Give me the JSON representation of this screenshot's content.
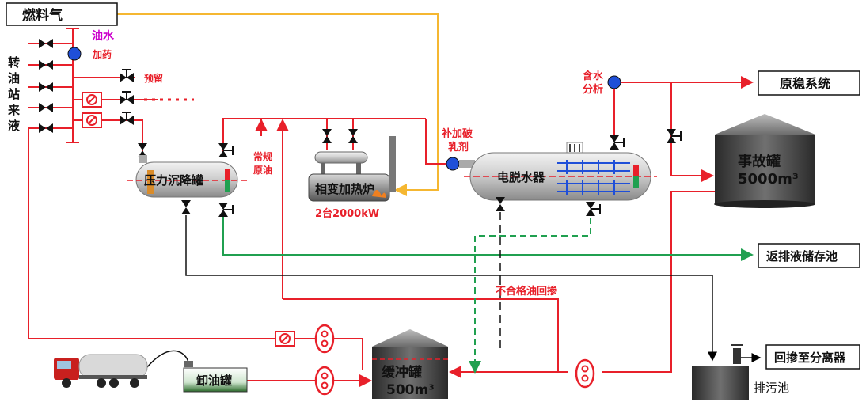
{
  "labels": {
    "fuel_gas": "燃料气",
    "oil_water": "油水",
    "dosing": "加药",
    "reserved": "预留",
    "inlet_chars": [
      "转",
      "油",
      "站",
      "来",
      "液"
    ],
    "pressure_settling_tank": "压力沉降罐",
    "regular_crude": [
      "常规",
      "原油"
    ],
    "phase_change_heater": "相变加热炉",
    "heater_spec": "2台2000kW",
    "add_demulsifier": [
      "补加破",
      "乳剂"
    ],
    "electric_dehydrator": "电脱水器",
    "water_analysis": [
      "含水",
      "分析"
    ],
    "crude_stabilization": "原稳系统",
    "accident_tank": "事故罐",
    "accident_tank_cap": "5000m³",
    "return_storage": "返排液储存池",
    "offspec_recycle": "不合格油回掺",
    "buffer_tank": "缓冲罐",
    "buffer_tank_cap": "500m³",
    "unloading_tank": "卸油罐",
    "recycle_to_separator": "回掺至分离器",
    "sewage_pool": "排污池"
  },
  "colors": {
    "oil_line": "#e8202a",
    "gas_line": "#f5b731",
    "water_line": "#20a050",
    "drain_line": "#000000",
    "valve": "#111111",
    "node": "#1f4fd8",
    "dosing_text": "#cc00cc",
    "label_red": "#e8202a"
  }
}
